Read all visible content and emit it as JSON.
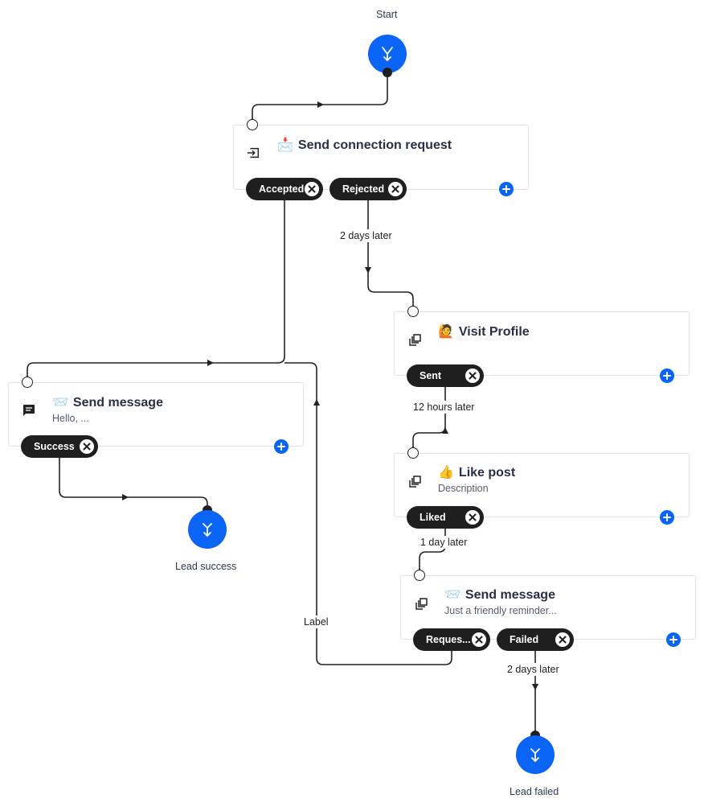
{
  "start": {
    "label": "Start",
    "icon": "merge-arrow-icon"
  },
  "nodes": {
    "connect": {
      "emoji": "📩",
      "title": "Send connection request",
      "icon": "login-arrow-icon"
    },
    "message1": {
      "emoji": "📨",
      "title": "Send message",
      "description": "Hello, ...",
      "icon": "chat-bubble-icon"
    },
    "visit": {
      "emoji": "🙋",
      "title": "Visit Profile",
      "icon": "layers-icon"
    },
    "like": {
      "emoji": "👍",
      "title": "Like post",
      "description": "Description",
      "icon": "layers-icon"
    },
    "message2": {
      "emoji": "📨",
      "title": "Send message",
      "description": "Just a friendly reminder...",
      "icon": "layers-icon"
    }
  },
  "pills": {
    "accepted": "Accepted",
    "rejected": "Rejected",
    "success": "Success",
    "sent": "Sent",
    "liked": "Liked",
    "requested": "Reques...",
    "failed": "Failed"
  },
  "edge_labels": {
    "rejected_delay": "2 days later",
    "sent_delay": "12 hours later",
    "liked_delay": "1 day later",
    "failed_delay": "2 days later",
    "loop_label": "Label"
  },
  "terminals": {
    "success": {
      "label": "Lead success",
      "icon": "split-arrow-icon"
    },
    "failed": {
      "label": "Lead failed",
      "icon": "split-arrow-icon"
    }
  },
  "colors": {
    "accent": "#0a64f5",
    "pill": "#1f1f1f",
    "edge": "#222222",
    "border": "#dfe3ea"
  }
}
